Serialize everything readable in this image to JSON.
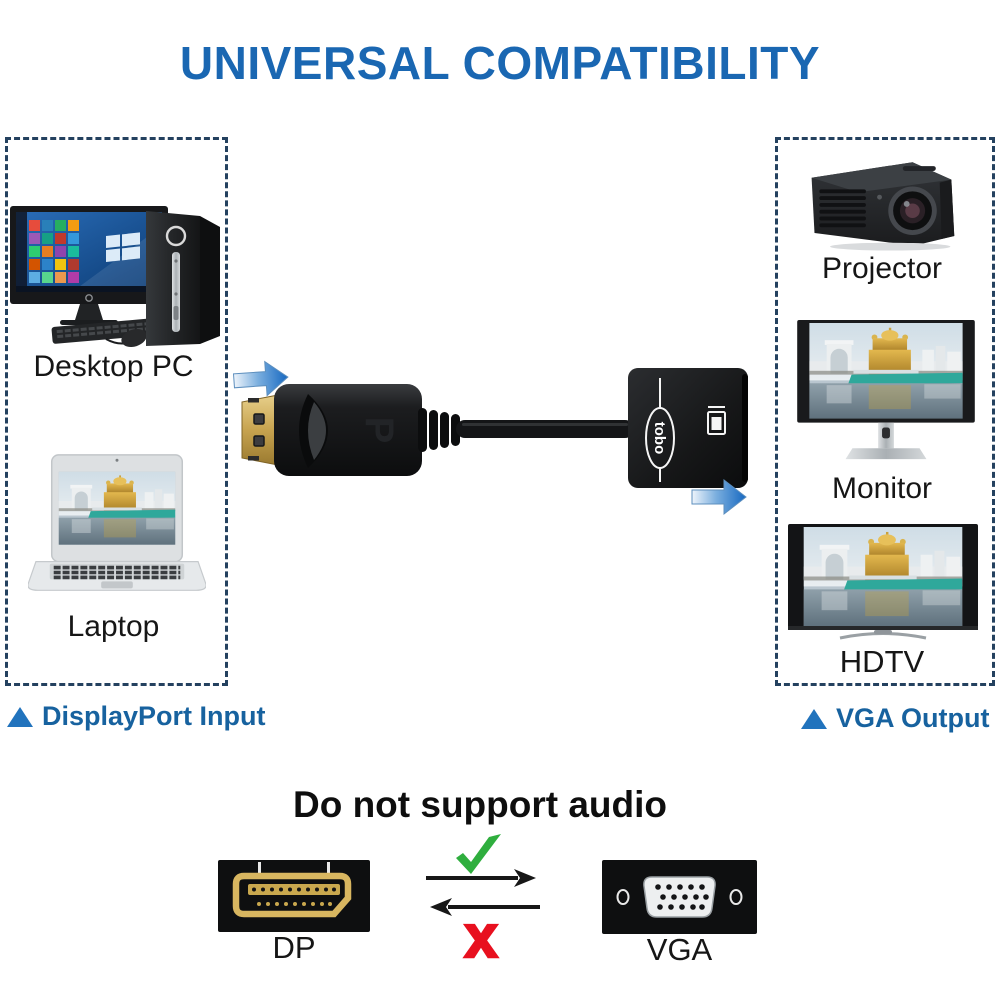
{
  "title": "UNIVERSAL COMPATIBILITY",
  "input_panel": {
    "caption": "DisplayPort Input",
    "devices": [
      {
        "label": "Desktop PC"
      },
      {
        "label": "Laptop"
      }
    ]
  },
  "output_panel": {
    "caption": "VGA Output",
    "devices": [
      {
        "label": "Projector"
      },
      {
        "label": "Monitor"
      },
      {
        "label": "HDTV"
      }
    ]
  },
  "adapter": {
    "brand": "tobo",
    "connector_mark": "P"
  },
  "audio_note": {
    "heading": "Do not support audio",
    "left_connector": "DP",
    "right_connector": "VGA",
    "cross_mark": "x"
  },
  "colors": {
    "title_blue": "#1a67b2",
    "caption_blue": "#17629f",
    "panel_border_navy": "#24415f",
    "arrow_blue": "#1668c1",
    "check_green": "#2fae3e",
    "cross_red": "#e8101f"
  }
}
